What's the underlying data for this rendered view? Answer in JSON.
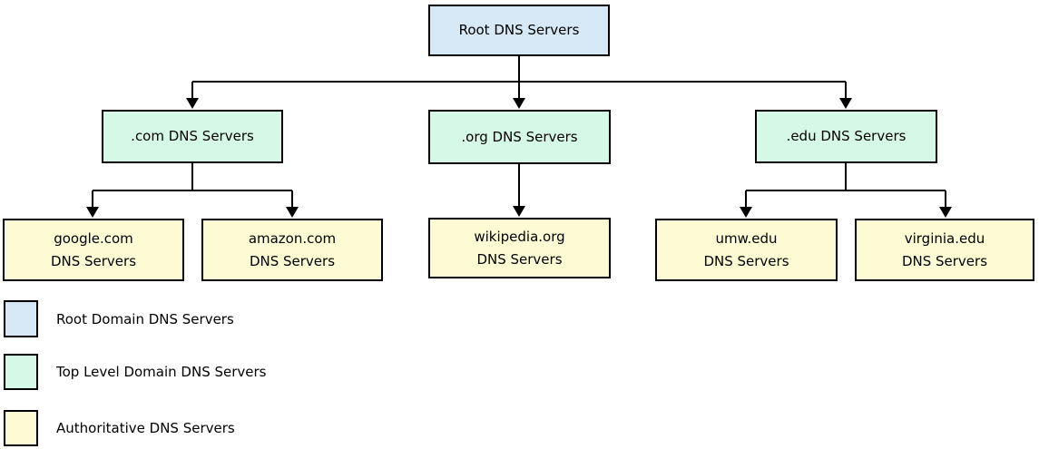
{
  "diagram": {
    "root": {
      "label": "Root DNS Servers"
    },
    "tld": [
      {
        "label": ".com DNS Servers"
      },
      {
        "label": ".org DNS Servers"
      },
      {
        "label": ".edu DNS Servers"
      }
    ],
    "authoritative": [
      {
        "line1": "google.com",
        "line2": "DNS Servers"
      },
      {
        "line1": "amazon.com",
        "line2": "DNS Servers"
      },
      {
        "line1": "wikipedia.org",
        "line2": "DNS Servers"
      },
      {
        "line1": "umw.edu",
        "line2": "DNS Servers"
      },
      {
        "line1": "virginia.edu",
        "line2": "DNS Servers"
      }
    ]
  },
  "legend": {
    "items": [
      {
        "label": "Root Domain DNS Servers"
      },
      {
        "label": "Top Level Domain DNS Servers"
      },
      {
        "label": "Authoritative DNS Servers"
      }
    ]
  },
  "colors": {
    "root_fill": "#d7e9f7",
    "tld_fill": "#d6f9e7",
    "auth_fill": "#fcfbd3",
    "border": "#000000"
  }
}
